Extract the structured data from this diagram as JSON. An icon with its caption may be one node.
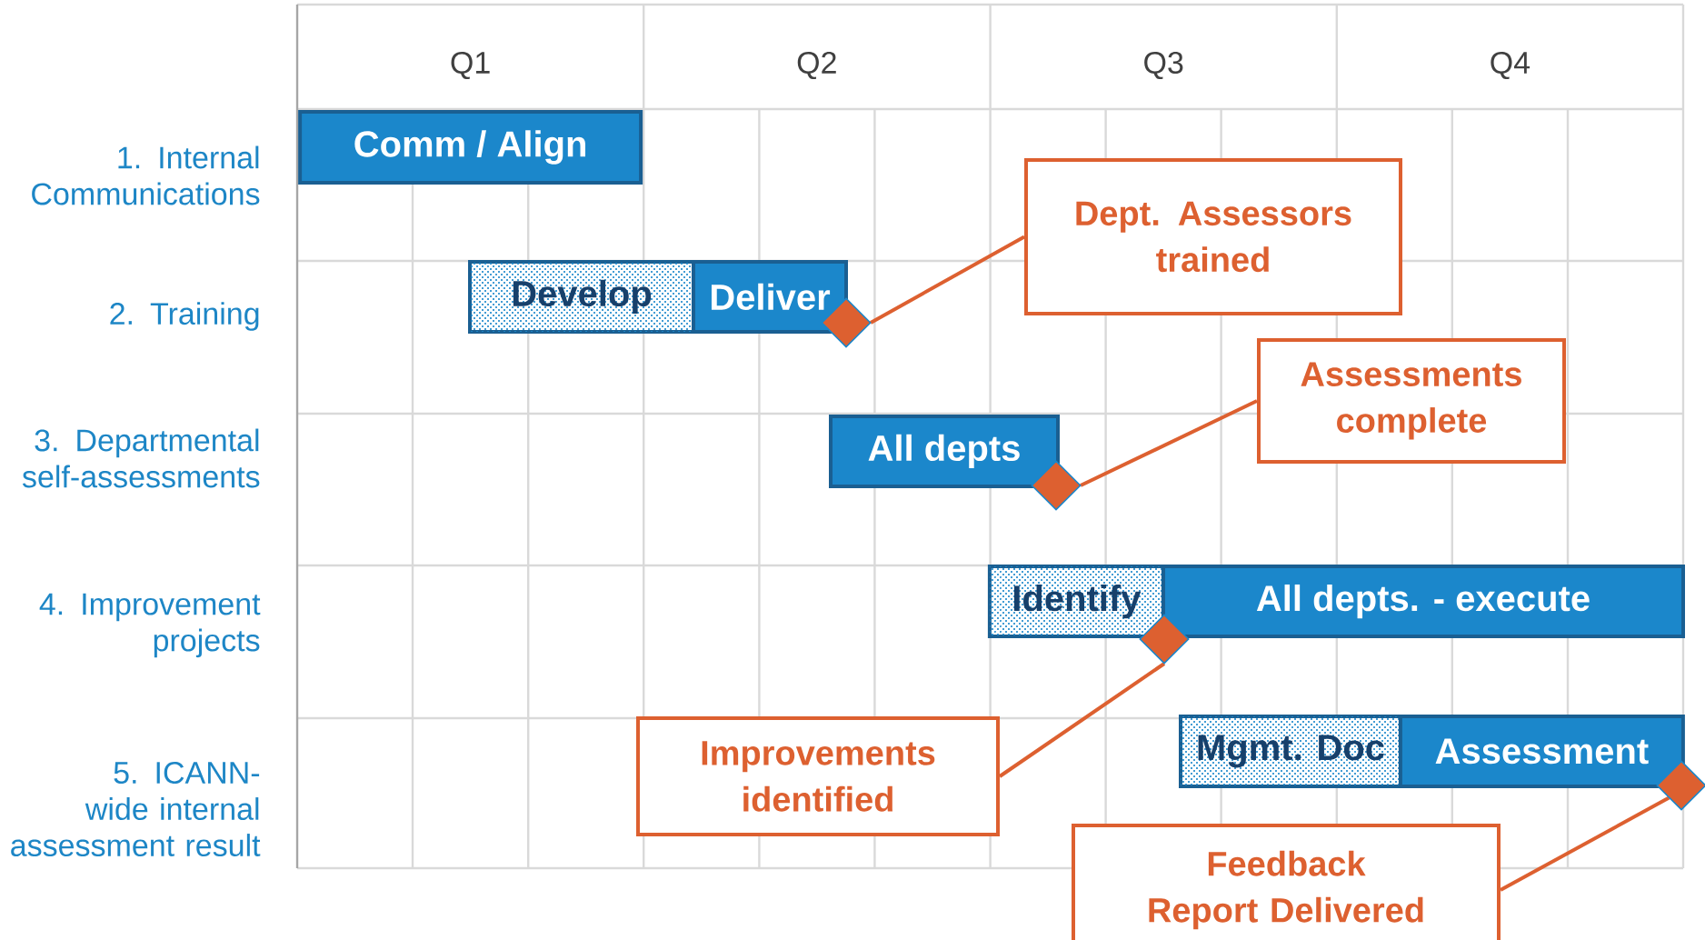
{
  "diagram": {
    "nodes": [
      {
        "text": [
          "Comm / Align"
        ]
      },
      {
        "text": [
          "Develop"
        ]
      },
      {
        "text": [
          "Deliver"
        ]
      },
      {
        "text": [],
        "shape": "diamond"
      },
      {
        "text": [
          "Dept. Assessors trained"
        ]
      },
      {
        "text": [
          "Assessments complete"
        ]
      },
      {
        "text": [
          "All depts"
        ]
      },
      {
        "text": [],
        "shape": "diamond"
      },
      {
        "text": [
          "Identify"
        ]
      },
      {
        "text": [
          "All depts. - execute"
        ]
      },
      {
        "text": [],
        "shape": "diamond"
      },
      {
        "text": [
          "Improvements identified"
        ]
      },
      {
        "text": [
          "Mgmt. Doc"
        ]
      },
      {
        "text": [
          "Assessment"
        ]
      },
      {
        "text": [],
        "shape": "diamond"
      },
      {
        "text": [
          "Feedback Report Delivered"
        ]
      }
    ],
    "edges": [
      {
        "from": 4,
        "to": 3,
        "arrow": "none"
      },
      {
        "from": 5,
        "to": 7,
        "arrow": "none"
      },
      {
        "from": 11,
        "to": 10,
        "arrow": "none"
      },
      {
        "from": 15,
        "to": 14,
        "arrow": "none"
      }
    ],
    "labels": [
      "Q1",
      "Q2",
      "Q3",
      "Q4",
      "1. Internal Communications",
      "2. Training",
      "3. Departmental self-assessments",
      "4. Improvement projects",
      "5. ICANN-wide internal assessment result"
    ]
  }
}
